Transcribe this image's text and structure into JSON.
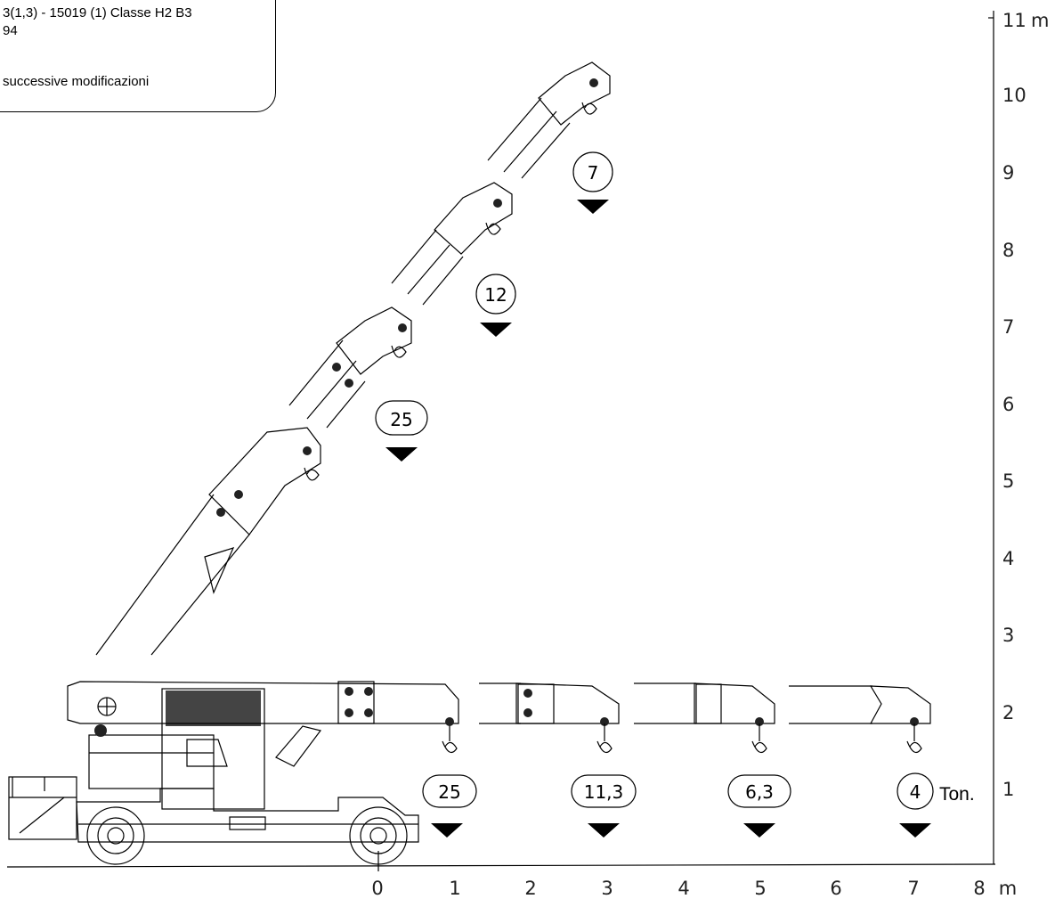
{
  "note": {
    "line1": "3(1,3) - 15019 (1) Classe H2 B3",
    "line2": "94",
    "line3": "successive modificazioni"
  },
  "y_axis": {
    "ticks": [
      "1",
      "2",
      "3",
      "4",
      "5",
      "6",
      "7",
      "8",
      "9",
      "10",
      "11"
    ],
    "unit": "m"
  },
  "x_axis": {
    "ticks": [
      "0",
      "1",
      "2",
      "3",
      "4",
      "5",
      "6",
      "7",
      "8"
    ],
    "unit": "m"
  },
  "ground_loads": [
    "25",
    "11,3",
    "6,3",
    "4"
  ],
  "ground_unit": "Ton.",
  "raised_loads": [
    "25",
    "12",
    "7"
  ]
}
